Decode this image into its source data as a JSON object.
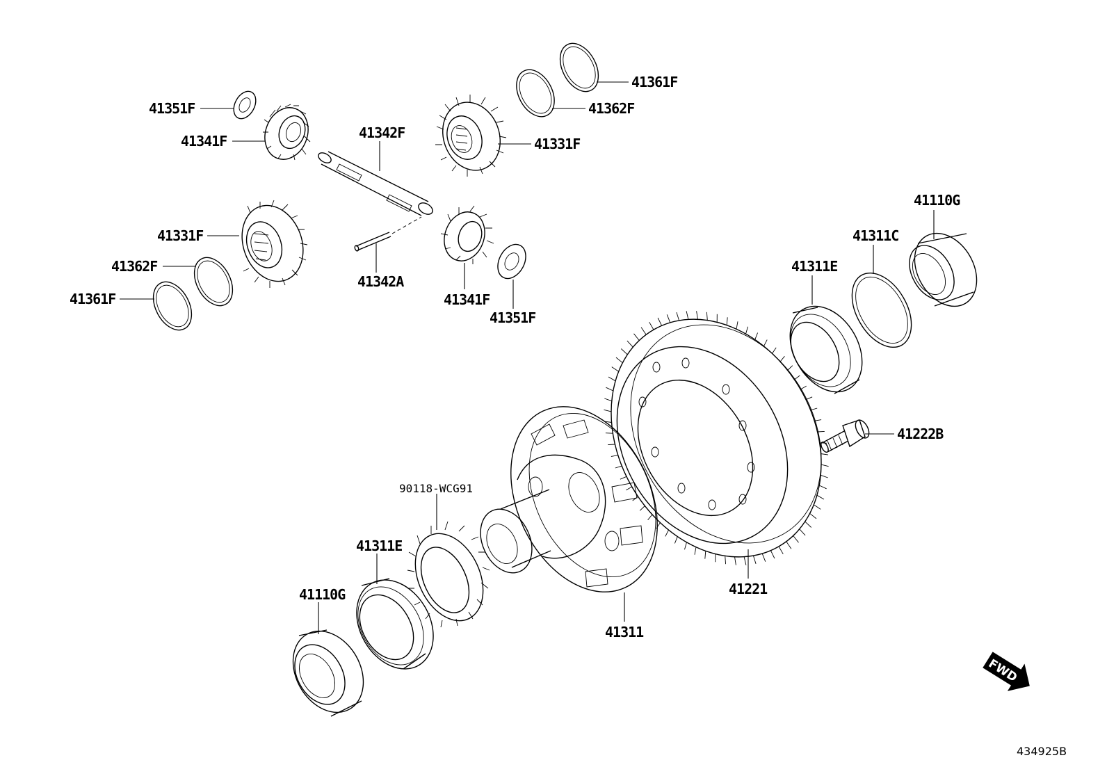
{
  "diagram": {
    "labels": {
      "p41351F_top": "41351F",
      "p41341F_top": "41341F",
      "p41342F": "41342F",
      "p41331F_top": "41331F",
      "p41362F_top": "41362F",
      "p41361F_top": "41361F",
      "p41331F_left": "41331F",
      "p41362F_left": "41362F",
      "p41361F_left": "41361F",
      "p41342A": "41342A",
      "p41341F_mid": "41341F",
      "p41351F_mid": "41351F",
      "p41110G_right": "41110G",
      "p41311C": "41311C",
      "p41311E_right": "41311E",
      "p41222B": "41222B",
      "p90118": "90118-WCG91",
      "p41311E_left": "41311E",
      "p41110G_left": "41110G",
      "p41221": "41221",
      "p41311": "41311"
    },
    "fwd_badge": "FWD",
    "reference_code": "434925B"
  }
}
